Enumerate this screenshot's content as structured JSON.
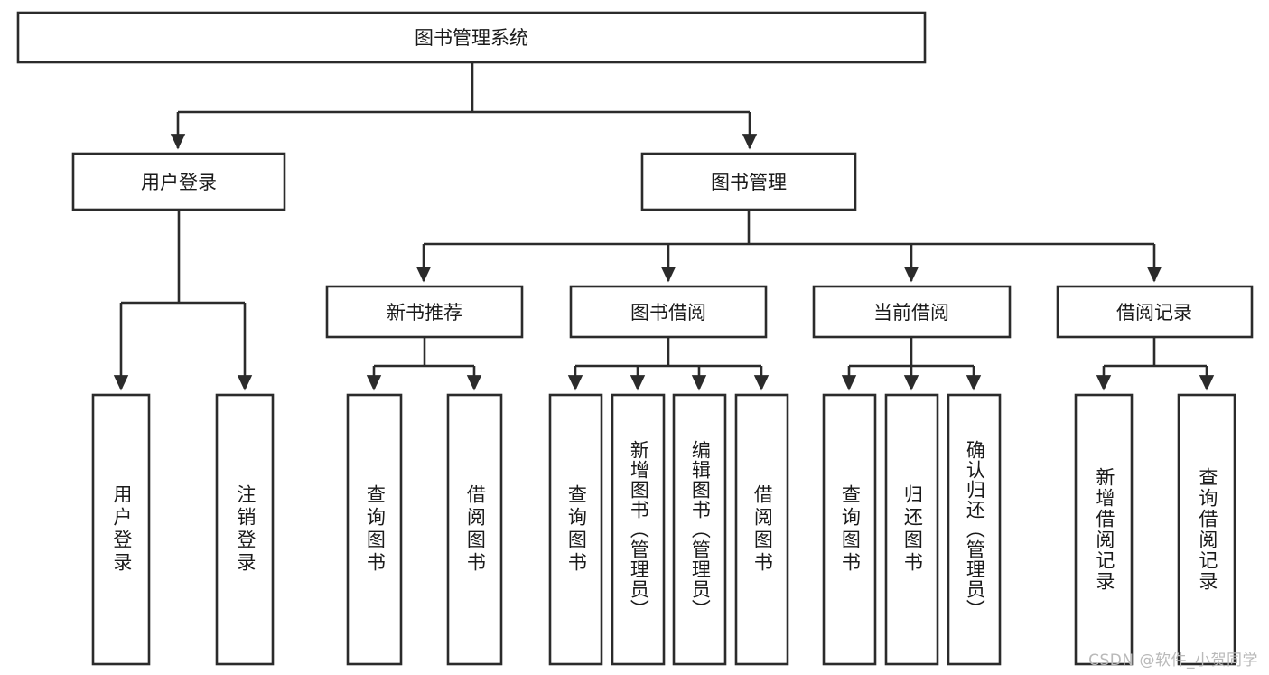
{
  "diagram": {
    "type": "tree-hierarchy-chart",
    "title": "图书管理系统",
    "watermark": "CSDN @软件_小贺同学",
    "colors": {
      "stroke": "#2b2b2b",
      "fill": "#ffffff",
      "text": "#1a1a1a",
      "watermark": "#b9b9b9"
    },
    "levels": {
      "root": {
        "label": "图书管理系统",
        "orientation": "horizontal"
      },
      "level2": [
        {
          "label": "用户登录",
          "orientation": "horizontal"
        },
        {
          "label": "图书管理",
          "orientation": "horizontal"
        }
      ],
      "level3": [
        {
          "label": "新书推荐",
          "orientation": "horizontal",
          "parent": "图书管理"
        },
        {
          "label": "图书借阅",
          "orientation": "horizontal",
          "parent": "图书管理"
        },
        {
          "label": "当前借阅",
          "orientation": "horizontal",
          "parent": "图书管理"
        },
        {
          "label": "借阅记录",
          "orientation": "horizontal",
          "parent": "图书管理"
        }
      ],
      "leaves": [
        {
          "label": "用户登录",
          "orientation": "vertical",
          "parent": "用户登录"
        },
        {
          "label": "注销登录",
          "orientation": "vertical",
          "parent": "用户登录"
        },
        {
          "label": "查询图书",
          "orientation": "vertical",
          "parent": "新书推荐"
        },
        {
          "label": "借阅图书",
          "orientation": "vertical",
          "parent": "新书推荐"
        },
        {
          "label": "查询图书",
          "orientation": "vertical",
          "parent": "图书借阅"
        },
        {
          "label": "新增图书（管理员）",
          "orientation": "vertical",
          "parent": "图书借阅"
        },
        {
          "label": "编辑图书（管理员）",
          "orientation": "vertical",
          "parent": "图书借阅"
        },
        {
          "label": "借阅图书",
          "orientation": "vertical",
          "parent": "图书借阅"
        },
        {
          "label": "查询图书",
          "orientation": "vertical",
          "parent": "当前借阅"
        },
        {
          "label": "归还图书",
          "orientation": "vertical",
          "parent": "当前借阅"
        },
        {
          "label": "确认归还（管理员）",
          "orientation": "vertical",
          "parent": "当前借阅"
        },
        {
          "label": "新增借阅记录",
          "orientation": "vertical",
          "parent": "借阅记录"
        },
        {
          "label": "查询借阅记录",
          "orientation": "vertical",
          "parent": "借阅记录"
        }
      ]
    }
  }
}
